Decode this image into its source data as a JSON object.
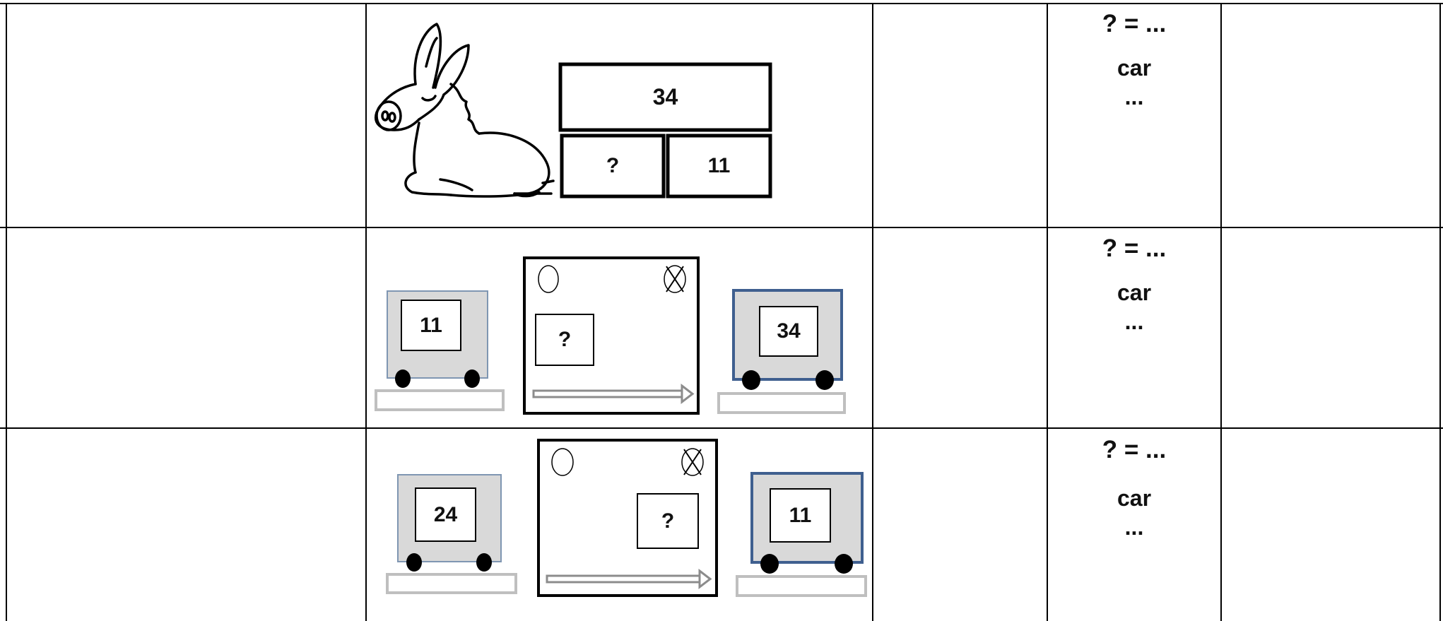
{
  "rows": [
    {
      "kind": "bar-model",
      "whole": "34",
      "part_unknown": "?",
      "part_known": "11",
      "answer_line": "? = ...",
      "unit": "car",
      "answer_dots": "..."
    },
    {
      "kind": "machine",
      "start_label": "11",
      "machine_label": "?",
      "end_label": "34",
      "answer_line": "? = ...",
      "unit": "car",
      "answer_dots": "..."
    },
    {
      "kind": "machine",
      "start_label": "24",
      "machine_label": "?",
      "end_label": "11",
      "answer_line": "? = ...",
      "unit": "car",
      "answer_dots": "..."
    }
  ],
  "colors": {
    "grid_line": "#000000",
    "wagon_fill": "#d9d9d9",
    "wagon_border_light": "#7f96b2",
    "wagon_border_dark": "#3f5f8f",
    "rail": "#bfbfbf",
    "arrow": "#8c8c8c"
  }
}
